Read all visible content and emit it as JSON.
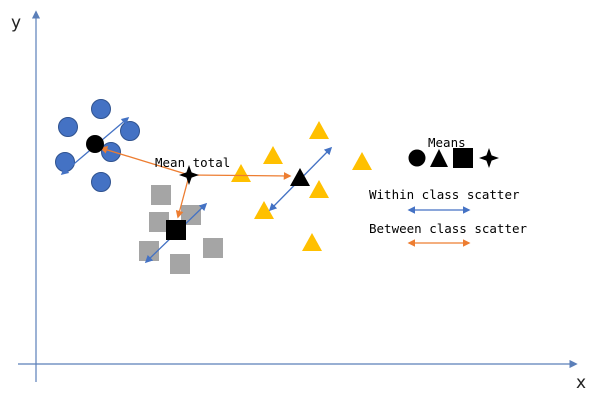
{
  "axes": {
    "x_label": "x",
    "y_label": "y",
    "color": "#5b7fb9"
  },
  "labels": {
    "mean_total": "Mean total",
    "means": "Means",
    "within": "Within class scatter",
    "between": "Between class scatter"
  },
  "colors": {
    "circle_class": "#4472c4",
    "triangle_class": "#ffc000",
    "square_class": "#a5a5a5",
    "class_mean": "#000000",
    "within_scatter": "#4472c4",
    "between_scatter": "#ed7d31"
  }
}
